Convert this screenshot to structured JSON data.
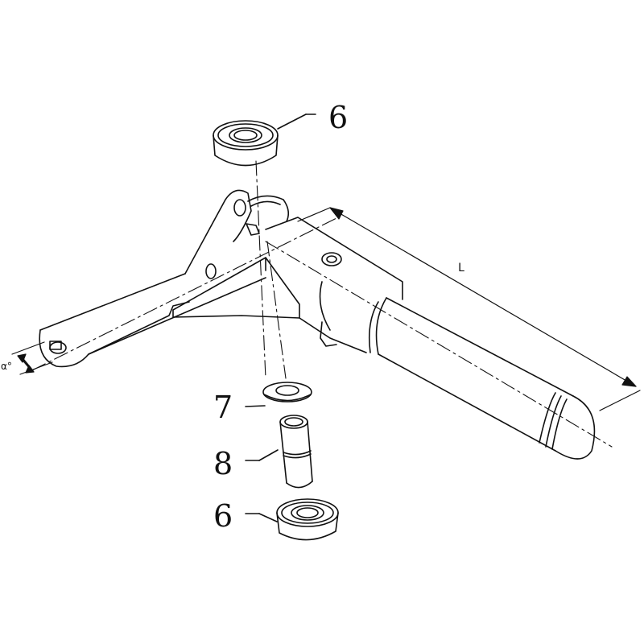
{
  "diagram": {
    "type": "exploded-parts-view",
    "line_color": "#111111",
    "background": "#ffffff",
    "callouts": [
      {
        "id": "6-top",
        "label": "6",
        "part": "bearing"
      },
      {
        "id": "7",
        "label": "7",
        "part": "washer"
      },
      {
        "id": "8",
        "label": "8",
        "part": "bushing"
      },
      {
        "id": "6-bottom",
        "label": "6",
        "part": "bearing"
      }
    ],
    "dimensions": {
      "length_label": "L",
      "angle_label": "α°"
    }
  }
}
